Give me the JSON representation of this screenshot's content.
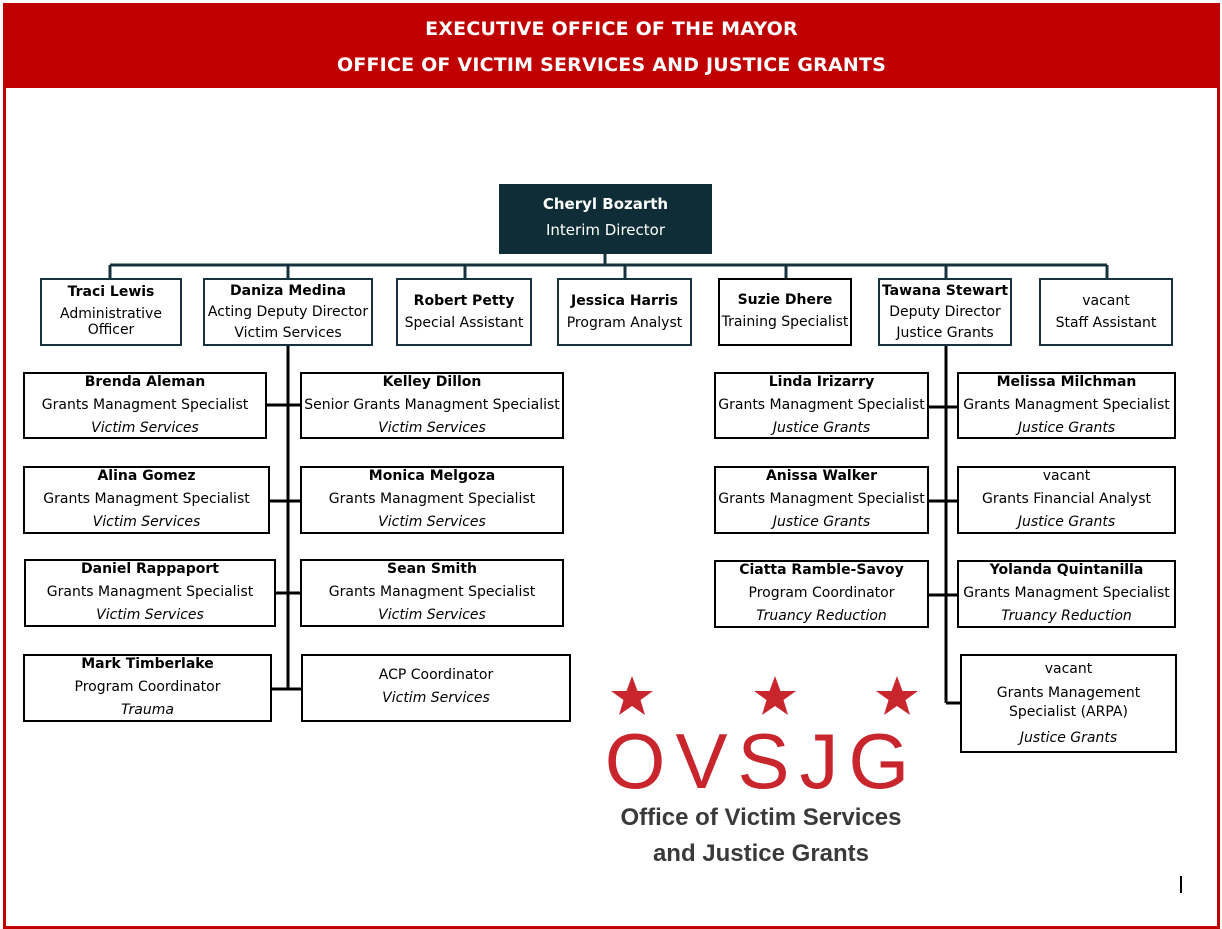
{
  "header": {
    "line1": "EXECUTIVE OFFICE OF THE MAYOR",
    "line2": "OFFICE OF VICTIM SERVICES AND JUSTICE GRANTS"
  },
  "director": {
    "name": "Cheryl Bozarth",
    "title": "Interim Director"
  },
  "top_row": [
    {
      "name": "Traci Lewis",
      "title1": "Administrative",
      "title2": "Officer"
    },
    {
      "name": "Daniza Medina",
      "title1": "Acting Deputy Director",
      "title2": "Victim Services"
    },
    {
      "name": "Robert Petty",
      "title1": "Special Assistant"
    },
    {
      "name": "Jessica Harris",
      "title1": "Program Analyst"
    },
    {
      "name": "Suzie Dhere",
      "title1": "Training Specialist"
    },
    {
      "name": "Tawana Stewart",
      "title1": "Deputy Director",
      "title2": "Justice Grants"
    },
    {
      "name": "vacant",
      "title1": "Staff Assistant"
    }
  ],
  "victim_services": [
    {
      "name": "Brenda Aleman",
      "title": "Grants Managment Specialist",
      "unit": "Victim Services"
    },
    {
      "name": "Kelley Dillon",
      "title": "Senior Grants Managment Specialist",
      "unit": "Victim Services"
    },
    {
      "name": "Alina Gomez",
      "title": "Grants Managment Specialist",
      "unit": "Victim Services"
    },
    {
      "name": "Monica Melgoza",
      "title": "Grants Managment Specialist",
      "unit": "Victim Services"
    },
    {
      "name": "Daniel Rappaport",
      "title": "Grants Managment Specialist",
      "unit": "Victim Services"
    },
    {
      "name": "Sean Smith",
      "title": "Grants Managment Specialist",
      "unit": "Victim Services"
    },
    {
      "name": "Mark Timberlake",
      "title": "Program Coordinator",
      "unit": "Trauma"
    },
    {
      "name": "",
      "title": "ACP Coordinator",
      "unit": "Victim Services"
    }
  ],
  "justice_grants": [
    {
      "name": "Linda Irizarry",
      "title": "Grants Managment Specialist",
      "unit": "Justice Grants"
    },
    {
      "name": "Melissa Milchman",
      "title": "Grants Managment Specialist",
      "unit": "Justice Grants"
    },
    {
      "name": "Anissa Walker",
      "title": "Grants Managment Specialist",
      "unit": "Justice Grants"
    },
    {
      "name": "vacant",
      "title": "Grants Financial Analyst",
      "unit": "Justice Grants"
    },
    {
      "name": "Ciatta Ramble-Savoy",
      "title": "Program Coordinator",
      "unit": "Truancy Reduction"
    },
    {
      "name": "Yolanda Quintanilla",
      "title": "Grants Managment Specialist",
      "unit": "Truancy Reduction"
    },
    {
      "name": "vacant",
      "title1": "Grants Management",
      "title2": "Specialist (ARPA)",
      "unit": "Justice Grants"
    }
  ],
  "logo": {
    "letters": "OVSJG",
    "line1": "Office of Victim Services",
    "line2": "and Justice Grants",
    "star_color": "#c9252c",
    "letter_color": "#c9252c"
  }
}
